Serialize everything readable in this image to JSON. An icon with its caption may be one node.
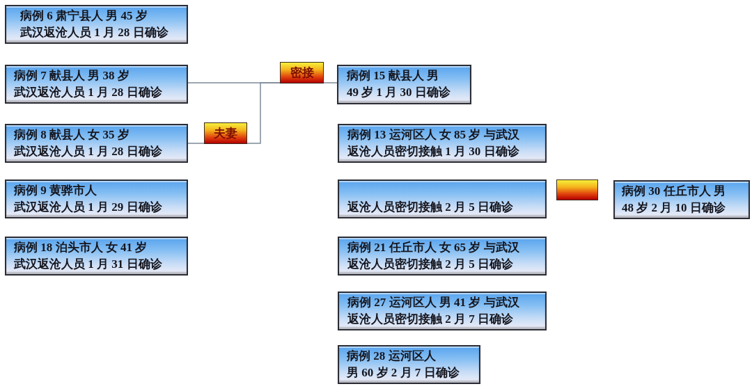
{
  "diagram": {
    "nodes": [
      {
        "text": [
          "病例 6 肃宁县人 男 45 岁武汉返沧人员 1 月 28 日确诊"
        ]
      },
      {
        "text": [
          "病例 7 献县人 男 38 岁武汉返沧人员 1 月 28 日确诊"
        ]
      },
      {
        "text": [
          "密接"
        ]
      },
      {
        "text": [
          "病例 15 献县人 男49 岁 1 月 30 日确诊"
        ]
      },
      {
        "text": [
          "病例 8 献县人 女 35 岁武汉返沧人员 1 月 28 日确诊"
        ]
      },
      {
        "text": [
          "夫妻"
        ]
      },
      {
        "text": [
          "病例 13 运河区人 女 85 岁 与武汉返沧人员密切接触 1 月 30 日确诊"
        ]
      },
      {
        "text": [
          "病例 9 黄骅市人武汉返沧人员 1 月 29 日确诊"
        ]
      },
      {
        "text": [
          "返沧人员密切接触 2 月 5 日确诊"
        ]
      },
      {
        "text": [],
        "shape": "box"
      },
      {
        "text": [
          "病例 30 任丘市人 男48 岁 2 月 10 日确诊"
        ]
      },
      {
        "text": [
          "病例 18 泊头市人 女 41 岁武汉返沧人员 1 月 31 日确诊"
        ]
      },
      {
        "text": [
          "病例 21 任丘市人 女 65 岁 与武汉返沧人员密切接触 2 月 5 日确诊"
        ]
      },
      {
        "text": [
          "病例 27 运河区人 男 41 岁 与武汉返沧人员密切接触 2 月 7 日确诊"
        ]
      },
      {
        "text": [
          "病例 28 运河区人男 60 岁 2 月 7 日确诊"
        ]
      }
    ],
    "edges": [
      {
        "from": 1,
        "to": 2,
        "arrow": "none"
      },
      {
        "from": 2,
        "to": 3,
        "arrow": "none"
      },
      {
        "from": 4,
        "to": 5,
        "arrow": "none"
      },
      {
        "from": 5,
        "to": 2,
        "arrow": "none"
      }
    ]
  }
}
